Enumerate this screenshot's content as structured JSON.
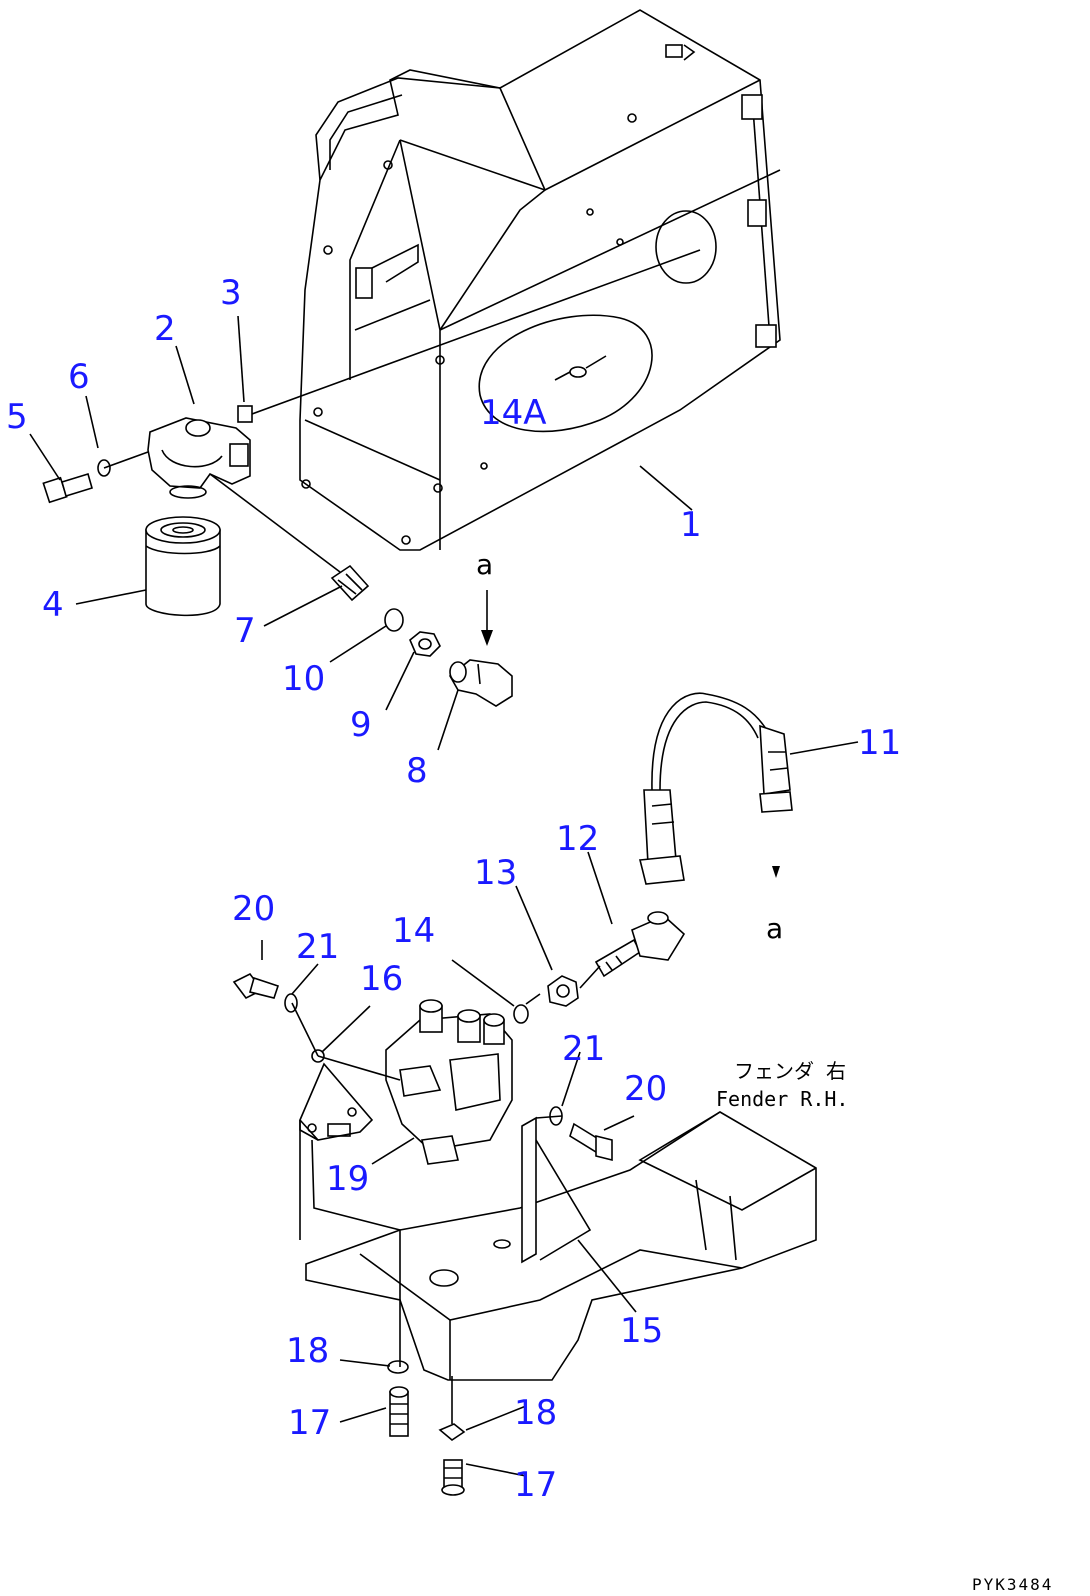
{
  "callouts": [
    {
      "id": "c1",
      "text": "1"
    },
    {
      "id": "c2",
      "text": "2"
    },
    {
      "id": "c3",
      "text": "3"
    },
    {
      "id": "c4",
      "text": "4"
    },
    {
      "id": "c5",
      "text": "5"
    },
    {
      "id": "c6",
      "text": "6"
    },
    {
      "id": "c7",
      "text": "7"
    },
    {
      "id": "c8",
      "text": "8"
    },
    {
      "id": "c9",
      "text": "9"
    },
    {
      "id": "c10",
      "text": "10"
    },
    {
      "id": "c11",
      "text": "11"
    },
    {
      "id": "c12",
      "text": "12"
    },
    {
      "id": "c13",
      "text": "13"
    },
    {
      "id": "c14",
      "text": "14"
    },
    {
      "id": "c14a",
      "text": "14A"
    },
    {
      "id": "c15",
      "text": "15"
    },
    {
      "id": "c16",
      "text": "16"
    },
    {
      "id": "c17a",
      "text": "17"
    },
    {
      "id": "c17b",
      "text": "17"
    },
    {
      "id": "c18a",
      "text": "18"
    },
    {
      "id": "c18b",
      "text": "18"
    },
    {
      "id": "c19",
      "text": "19"
    },
    {
      "id": "c20a",
      "text": "20"
    },
    {
      "id": "c20b",
      "text": "20"
    },
    {
      "id": "c21a",
      "text": "21"
    },
    {
      "id": "c21b",
      "text": "21"
    }
  ],
  "connector_marks": {
    "top": "a",
    "bottom": "a"
  },
  "fender_note": {
    "jp": "フェンダ 右",
    "en": "Fender R.H."
  },
  "drawing_code": "PYK3484",
  "colors": {
    "callout": "#1a1aff",
    "line": "#000000",
    "background": "#ffffff"
  }
}
